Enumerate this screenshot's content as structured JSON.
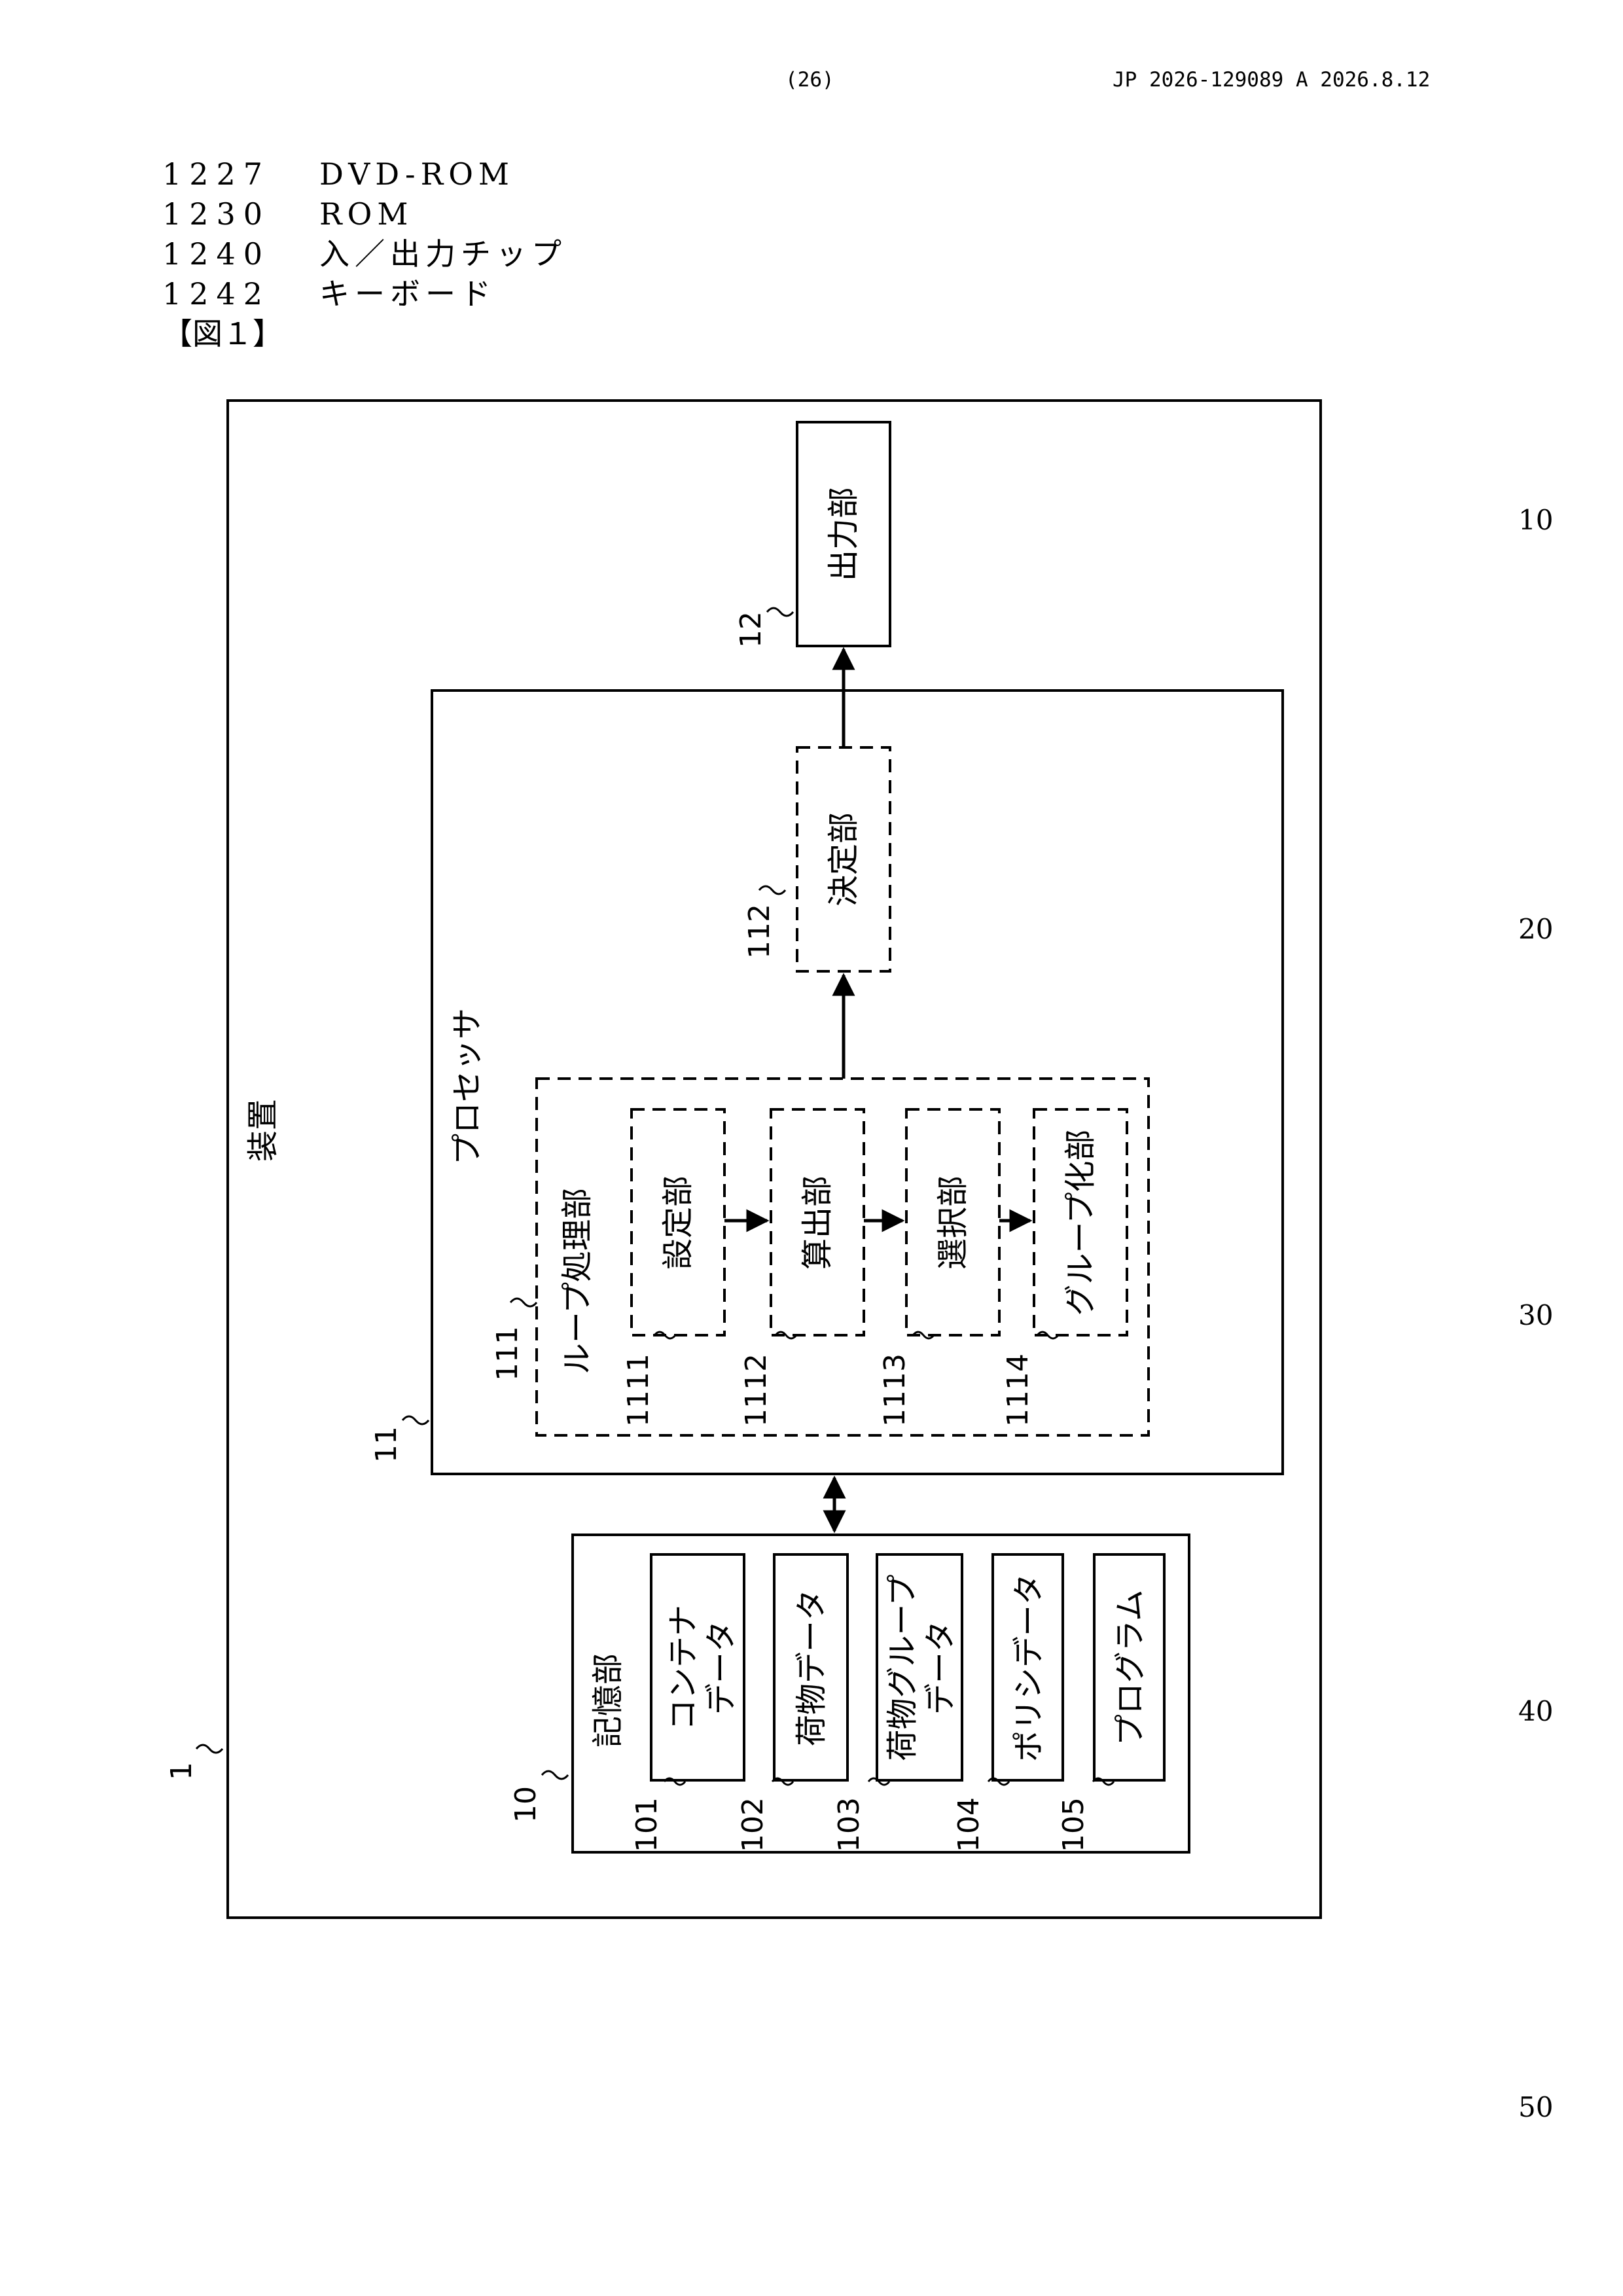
{
  "header": {
    "page_number": "(26)",
    "publication": "JP  2026-129089  A  2026.8.12"
  },
  "code_list": [
    {
      "code": "1227",
      "text": "DVD-ROM"
    },
    {
      "code": "1230",
      "text": "ROM"
    },
    {
      "code": "1240",
      "text": "入／出力チップ"
    },
    {
      "code": "1242",
      "text": "キーボード"
    }
  ],
  "figure_label": "【図１】",
  "line_numbers": [
    "10",
    "20",
    "30",
    "40",
    "50"
  ],
  "diagram": {
    "device": {
      "label": "装置",
      "ref": "1"
    },
    "output_unit": {
      "label": "出力部",
      "ref": "12"
    },
    "processor": {
      "label": "プロセッサ",
      "ref": "11"
    },
    "decision_unit": {
      "label": "決定部",
      "ref": "112"
    },
    "loop_unit": {
      "label": "ループ処理部",
      "ref": "111"
    },
    "setting_unit": {
      "label": "設定部",
      "ref": "1111"
    },
    "calc_unit": {
      "label": "算出部",
      "ref": "1112"
    },
    "select_unit": {
      "label": "選択部",
      "ref": "1113"
    },
    "group_unit": {
      "label": "グループ化部",
      "ref": "1114"
    },
    "storage": {
      "label": "記憶部",
      "ref": "10"
    },
    "container_data": {
      "line1": "コンテナ",
      "line2": "データ",
      "ref": "101"
    },
    "cargo_data": {
      "label": "荷物データ",
      "ref": "102"
    },
    "cargo_group_data": {
      "line1": "荷物グループ",
      "line2": "データ",
      "ref": "103"
    },
    "policy_data": {
      "label": "ポリシデータ",
      "ref": "104"
    },
    "program": {
      "label": "プログラム",
      "ref": "105"
    }
  }
}
